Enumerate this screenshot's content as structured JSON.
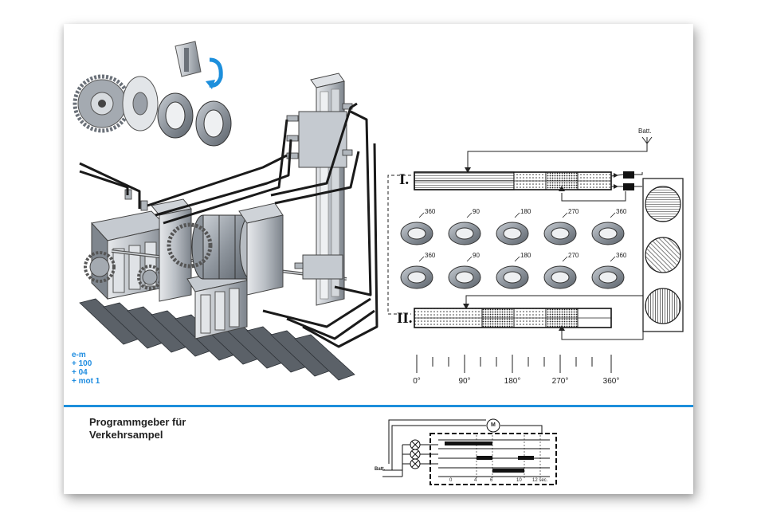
{
  "parts_list": [
    "e-m",
    "+ 100",
    "+ 04",
    "+ mot 1"
  ],
  "title_lines": [
    "Programmgeber für",
    "Verkehrsampel"
  ],
  "diagram": {
    "battery_label": "Batt.",
    "program_I": "I.",
    "program_II": "II.",
    "cam_angles_row1": [
      "360",
      "90",
      "180",
      "270",
      "360"
    ],
    "cam_angles_row2": [
      "360",
      "90",
      "180",
      "270",
      "360"
    ],
    "degree_scale": [
      "0°",
      "90°",
      "180°",
      "270°",
      "360°"
    ]
  },
  "schematic": {
    "motor_label": "M",
    "battery_label": "Batt.",
    "time_ticks": [
      "0",
      "4",
      "6",
      "10",
      "12 sec."
    ]
  },
  "colors": {
    "accent_blue": "#1d8fdc",
    "ink": "#222222",
    "metal": "#9aa0a8"
  }
}
